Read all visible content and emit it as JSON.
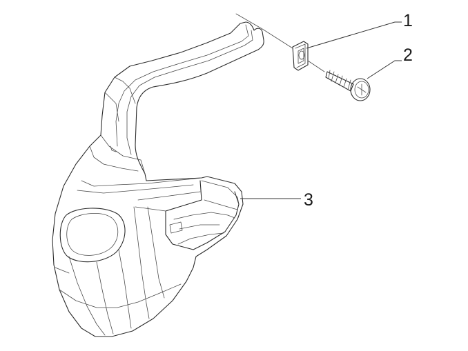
{
  "callouts": [
    {
      "label": "1"
    },
    {
      "label": "2"
    },
    {
      "label": "3"
    }
  ],
  "colors": {
    "line": "#2b2b2b",
    "background": "#ffffff"
  }
}
